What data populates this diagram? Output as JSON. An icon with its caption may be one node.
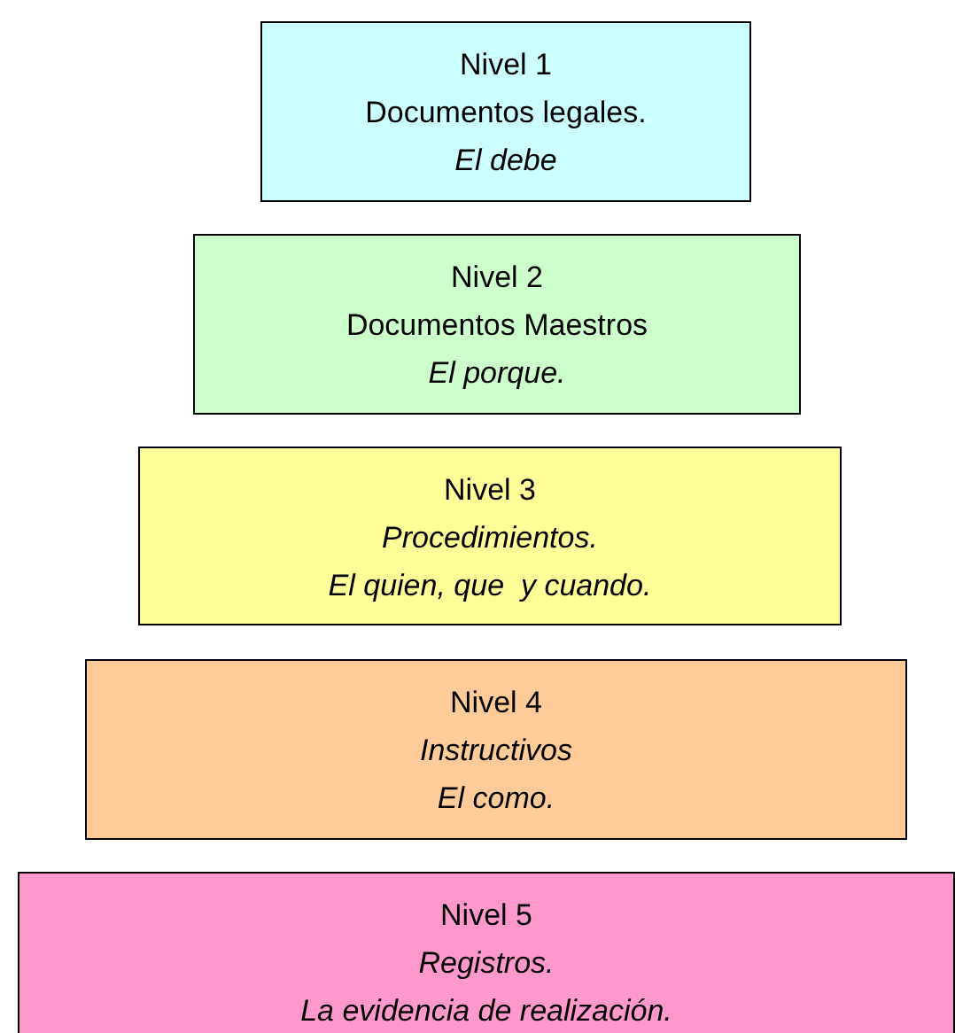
{
  "diagram": {
    "nodes": [
      {
        "text": [
          "Nivel 1",
          "Documentos legales.",
          "El debe"
        ]
      },
      {
        "text": [
          "Nivel 2",
          "Documentos Maestros",
          "El porque."
        ]
      },
      {
        "text": [
          "Nivel 3",
          "Procedimientos.",
          "El quien, que  y cuando."
        ]
      },
      {
        "text": [
          "Nivel 4",
          "Instructivos",
          "El como."
        ]
      },
      {
        "text": [
          "Nivel 5",
          "Registros.",
          "La evidencia de realización."
        ]
      }
    ]
  }
}
